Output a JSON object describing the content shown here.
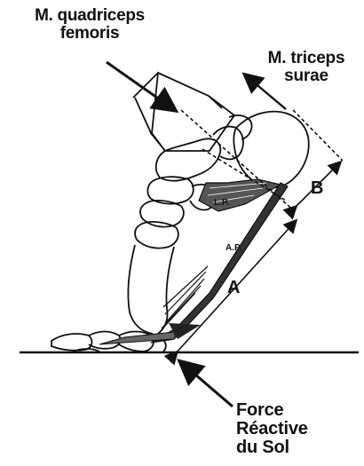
{
  "labels": {
    "quadriceps_line1": "M. quadriceps",
    "quadriceps_line2": "femoris",
    "triceps_line1": "M. triceps",
    "triceps_line2": "surae",
    "force_line1": "Force",
    "force_line2": "Réactive",
    "force_line3": "du Sol",
    "lever_a": "A",
    "lever_b": "B",
    "long_plantar": "L.P.",
    "plantar_aponeurosis": "A.P."
  },
  "colors": {
    "ink": "#111111",
    "paper": "#ffffff",
    "ligament_fill": "#444444"
  }
}
